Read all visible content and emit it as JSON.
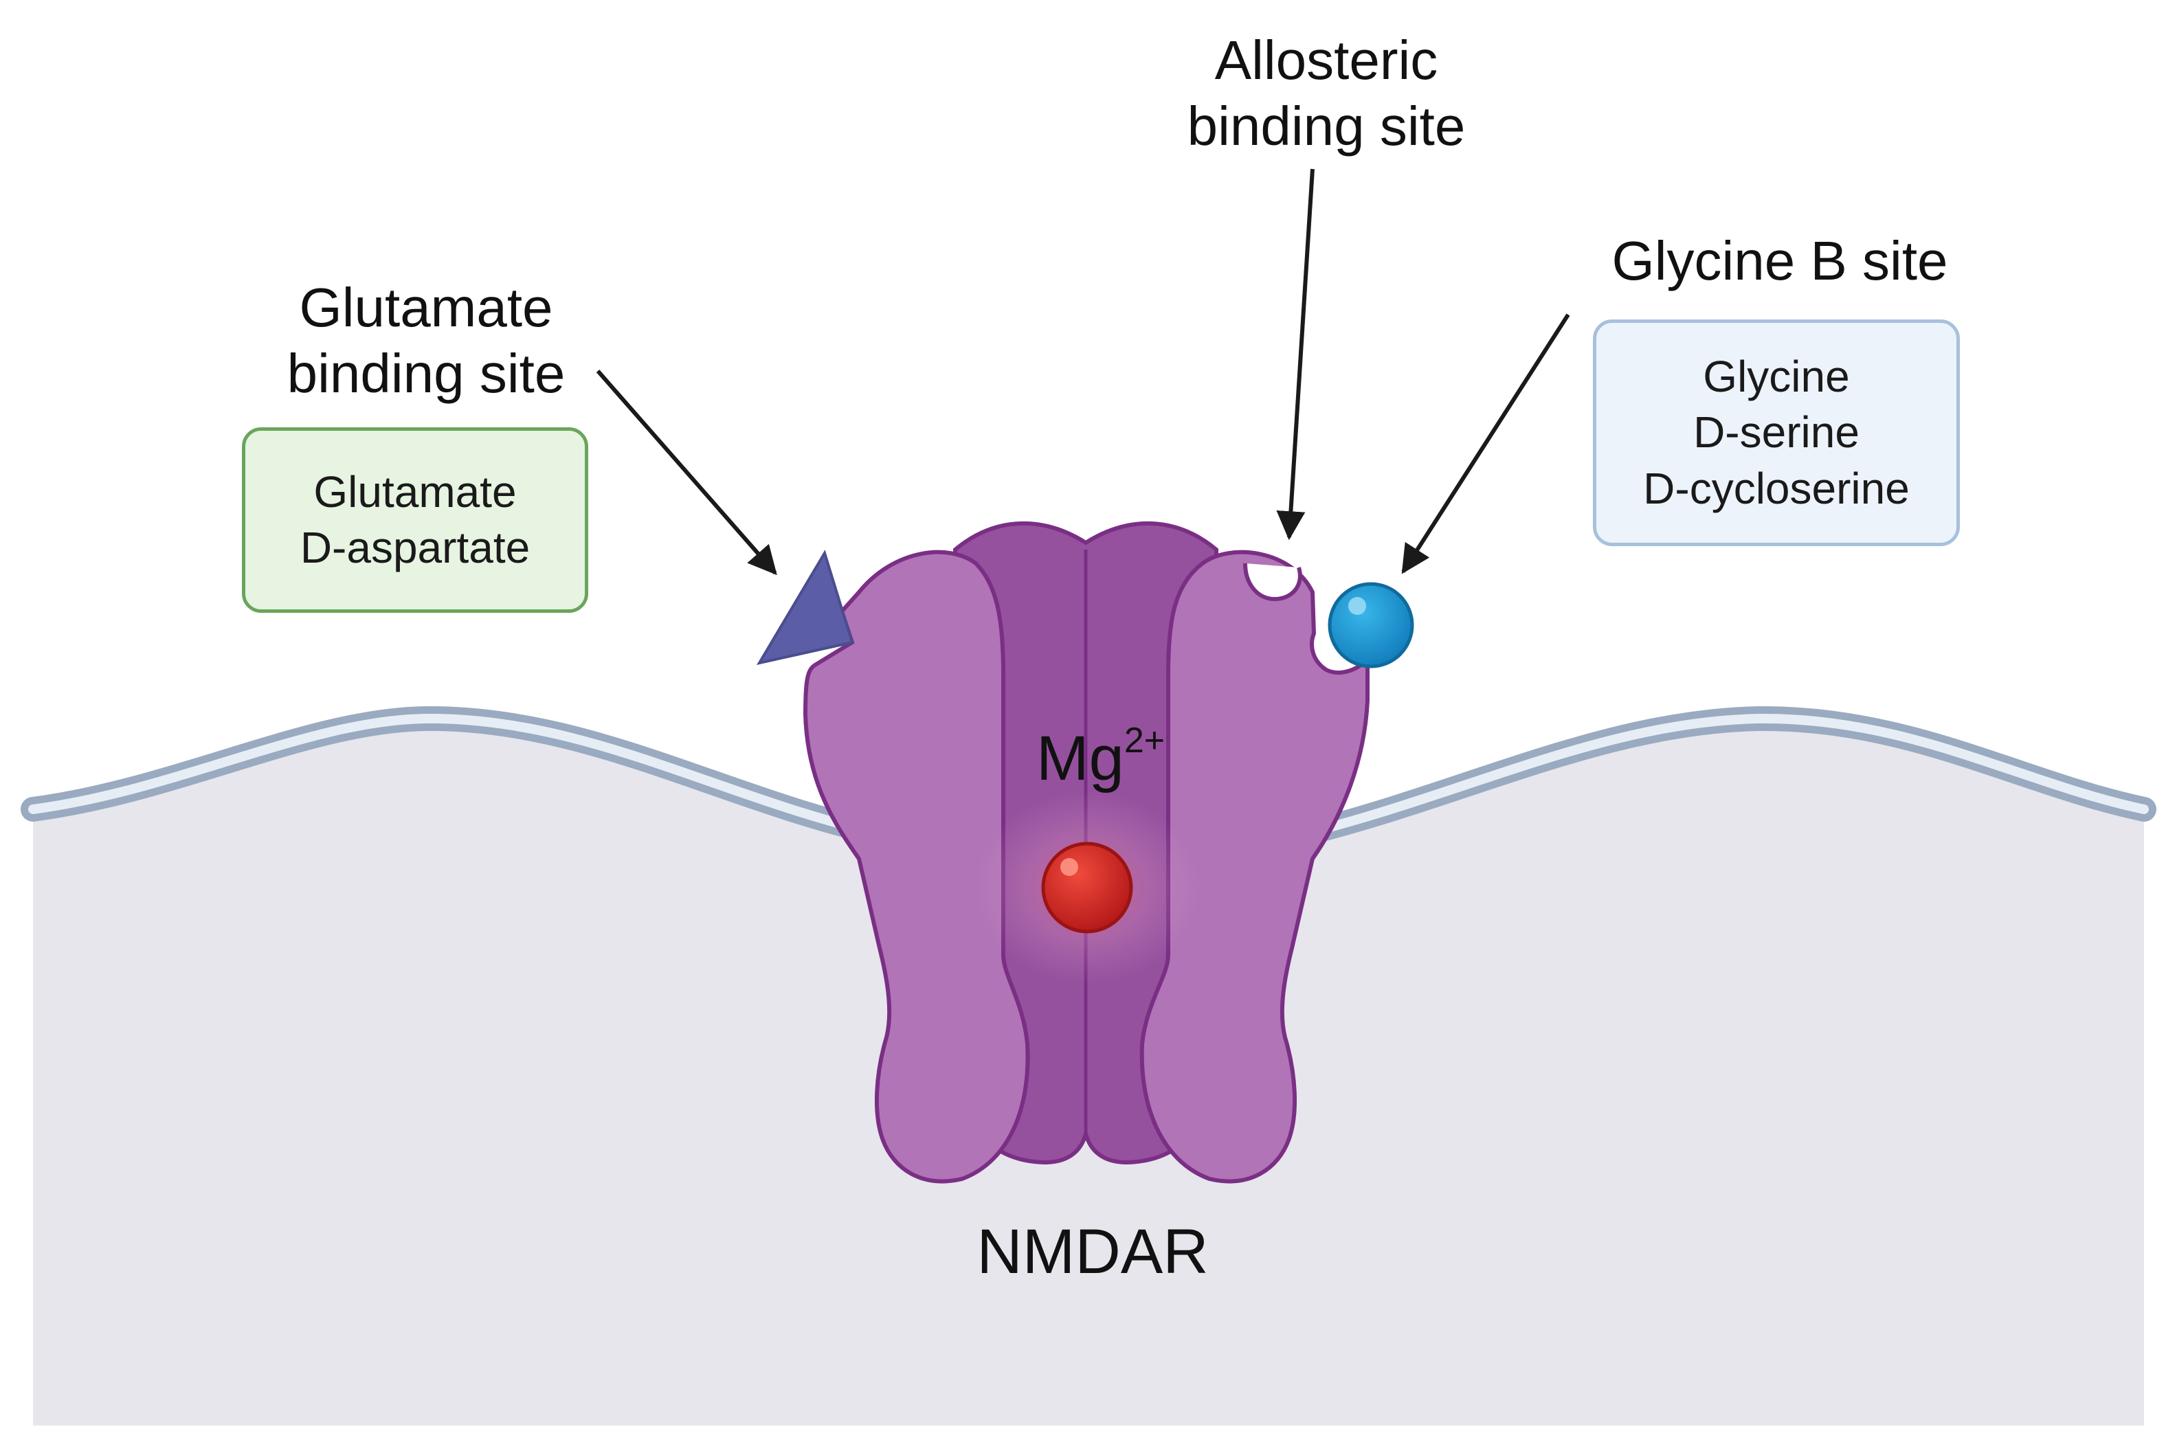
{
  "labels": {
    "allosteric": [
      "Allosteric",
      "binding site"
    ],
    "glycine_b": "Glycine B site",
    "glutamate": [
      "Glutamate",
      "binding site"
    ],
    "ion": "Mg",
    "ion_charge": "2+",
    "receptor": "NMDAR"
  },
  "glutamate_ligands": [
    "Glutamate",
    "D-aspartate"
  ],
  "glycine_ligands": [
    "Glycine",
    "D-serine",
    "D-cycloserine"
  ],
  "colors": {
    "receptor": "#b174b6",
    "receptor_core": "#96519e",
    "receptor_outline": "#7a2f85",
    "glutamate_ligand": "#5b5ea6",
    "glycine_ligand": "#1d9fd8",
    "magnesium_ion": "#d42a2a",
    "cytoplasm": "#e6e6ec",
    "membrane": "#a7b8cd"
  }
}
